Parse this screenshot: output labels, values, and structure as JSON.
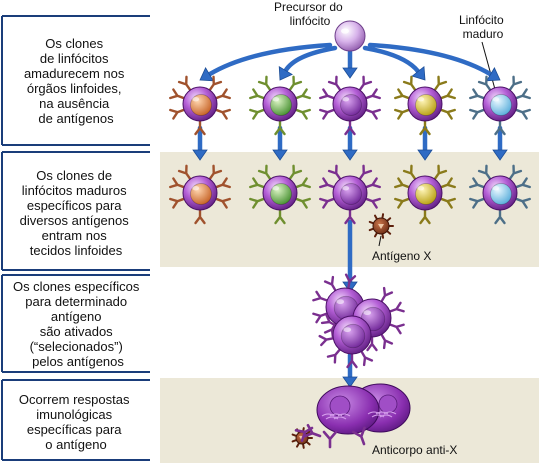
{
  "stages": [
    {
      "lines": [
        "Os clones",
        "de linfócitos",
        "amadurecem nos",
        "órgãos linfoides,",
        "na ausência",
        "de antígenos"
      ]
    },
    {
      "lines": [
        "Os clones de",
        "linfócitos maduros",
        "específicos para",
        "diversos antígenos",
        "entram nos",
        "tecidos linfoides"
      ]
    },
    {
      "lines": [
        "Os clones específicos",
        "para determinado",
        "antígeno",
        "são ativados",
        "(“selecionados”)",
        "pelos antígenos"
      ]
    },
    {
      "lines": [
        "Ocorrem respostas",
        "imunológicas",
        "específicas para",
        "o antígeno"
      ]
    }
  ],
  "labels": {
    "precursor": [
      "Precursor do",
      "linfócito"
    ],
    "mature": [
      "Linfócito",
      "maduro"
    ],
    "antigen": "Antígeno X",
    "antibody": "Anticorpo anti-X"
  },
  "colors": {
    "band": "#ece8d8",
    "arrow": "#2f6bc4",
    "arrow_dark": "#1d4e96",
    "frame": "#1a3d7a",
    "clone_orange": "#e07a3a",
    "clone_green": "#6db84a",
    "clone_purple": "#9b3fc0",
    "clone_yellow": "#d8c21e",
    "clone_blue": "#8ed0f2",
    "membrane": "#8a2fb0",
    "antigen": "#8b3a1e"
  }
}
